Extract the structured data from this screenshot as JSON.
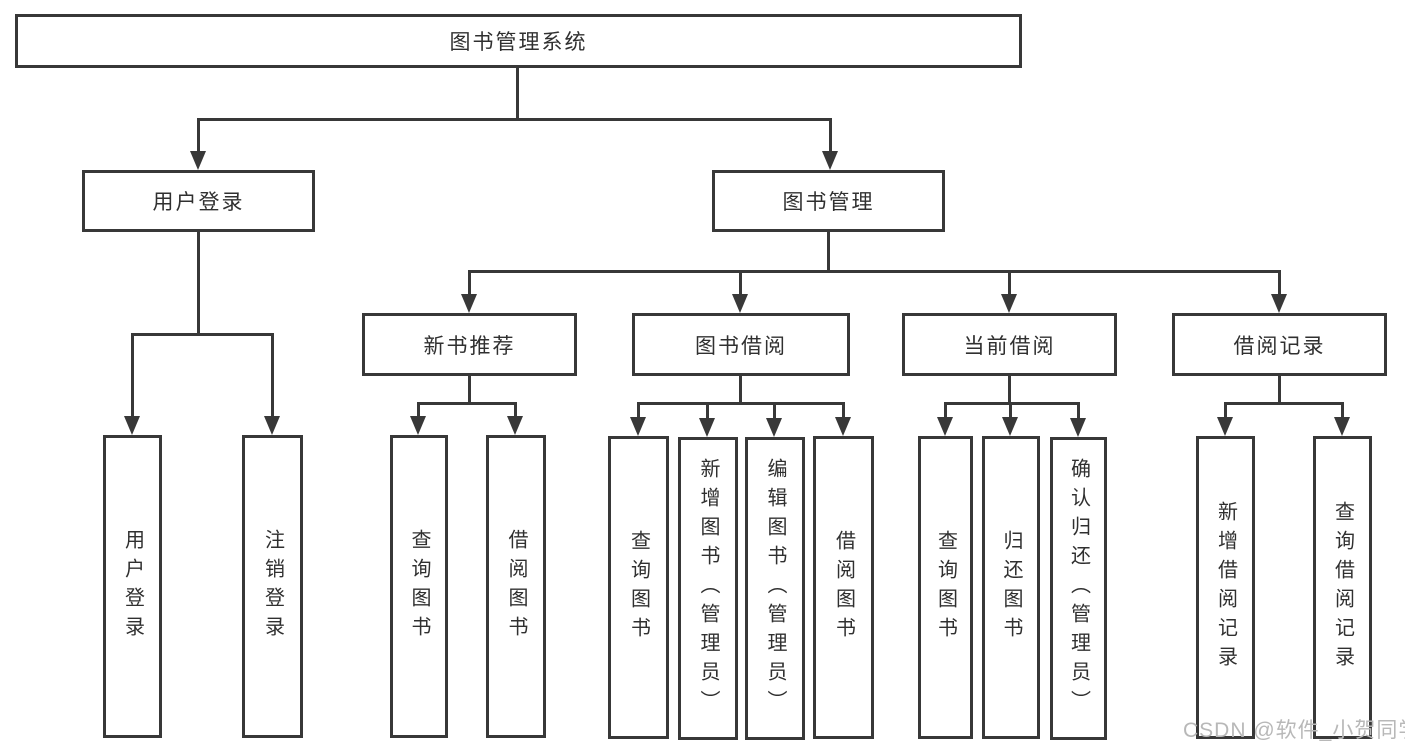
{
  "diagram": {
    "root": {
      "label": "图书管理系统"
    },
    "branches": [
      {
        "label": "用户登录",
        "children": [
          {
            "label": "用户登录"
          },
          {
            "label": "注销登录"
          }
        ]
      },
      {
        "label": "图书管理",
        "children": [
          {
            "label": "新书推荐",
            "children": [
              {
                "label": "查询图书"
              },
              {
                "label": "借阅图书"
              }
            ]
          },
          {
            "label": "图书借阅",
            "children": [
              {
                "label": "查询图书"
              },
              {
                "label": "新增图书（管理员）"
              },
              {
                "label": "编辑图书（管理员）"
              },
              {
                "label": "借阅图书"
              }
            ]
          },
          {
            "label": "当前借阅",
            "children": [
              {
                "label": "查询图书"
              },
              {
                "label": "归还图书"
              },
              {
                "label": "确认归还（管理员）"
              }
            ]
          },
          {
            "label": "借阅记录",
            "children": [
              {
                "label": "新增借阅记录"
              },
              {
                "label": "查询借阅记录"
              }
            ]
          }
        ]
      }
    ]
  },
  "watermark": {
    "text": "CSDN @软件_小贺同学"
  },
  "colors": {
    "line": "#383838",
    "text": "#303030",
    "watermark": "#b8b8b8",
    "background": "#ffffff"
  }
}
